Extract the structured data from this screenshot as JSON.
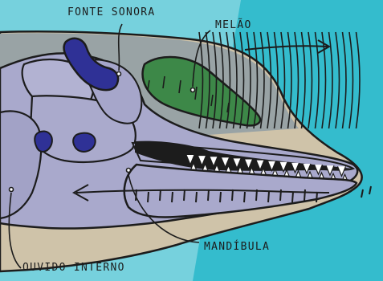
{
  "labels": {
    "sound_source": "FONTE SONORA",
    "melon": "MELÃO",
    "mandible": "MANDÍBULA",
    "inner_ear": "OUVIDO INTERNO"
  },
  "colors": {
    "ocean": "#34bccd",
    "background_light": "#76d1dd",
    "head_skin": "#cfc3a9",
    "skull": "#a9a9cc",
    "melon": "#3d8848",
    "sound_source": "#2f3196",
    "upper_head": "#99a3a5",
    "outline": "#1c1c1c",
    "teeth": "#ffffff"
  }
}
